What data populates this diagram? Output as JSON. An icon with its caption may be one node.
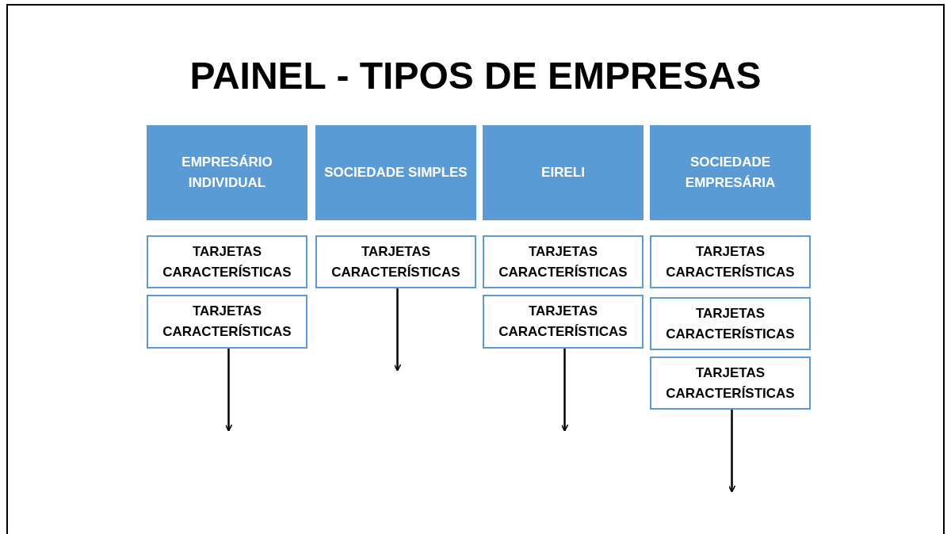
{
  "diagram": {
    "title": "PAINEL - TIPOS DE EMPRESAS",
    "nodes": [
      {
        "text": [
          "EMPRESÁRIO INDIVIDUAL"
        ]
      },
      {
        "text": [
          "SOCIEDADE SIMPLES"
        ]
      },
      {
        "text": [
          "EIRELI"
        ]
      },
      {
        "text": [
          "SOCIEDADE EMPRESÁRIA"
        ]
      },
      {
        "text": [
          "TARJETAS CARACTERÍSTICAS"
        ]
      },
      {
        "text": [
          "TARJETAS CARACTERÍSTICAS"
        ]
      },
      {
        "text": [
          "TARJETAS CARACTERÍSTICAS"
        ]
      },
      {
        "text": [
          "TARJETAS CARACTERÍSTICAS"
        ]
      },
      {
        "text": [
          "TARJETAS CARACTERÍSTICAS"
        ]
      },
      {
        "text": [
          "TARJETAS CARACTERÍSTICAS"
        ]
      },
      {
        "text": [
          "TARJETAS CARACTERÍSTICAS"
        ]
      },
      {
        "text": [
          "TARJETAS CARACTERÍSTICAS"
        ]
      }
    ],
    "edges": [
      {
        "from": 8,
        "to": null,
        "arrow": "to"
      },
      {
        "from": 5,
        "to": null,
        "arrow": "to"
      },
      {
        "from": 9,
        "to": null,
        "arrow": "to"
      },
      {
        "from": 11,
        "to": null,
        "arrow": "to"
      }
    ]
  }
}
